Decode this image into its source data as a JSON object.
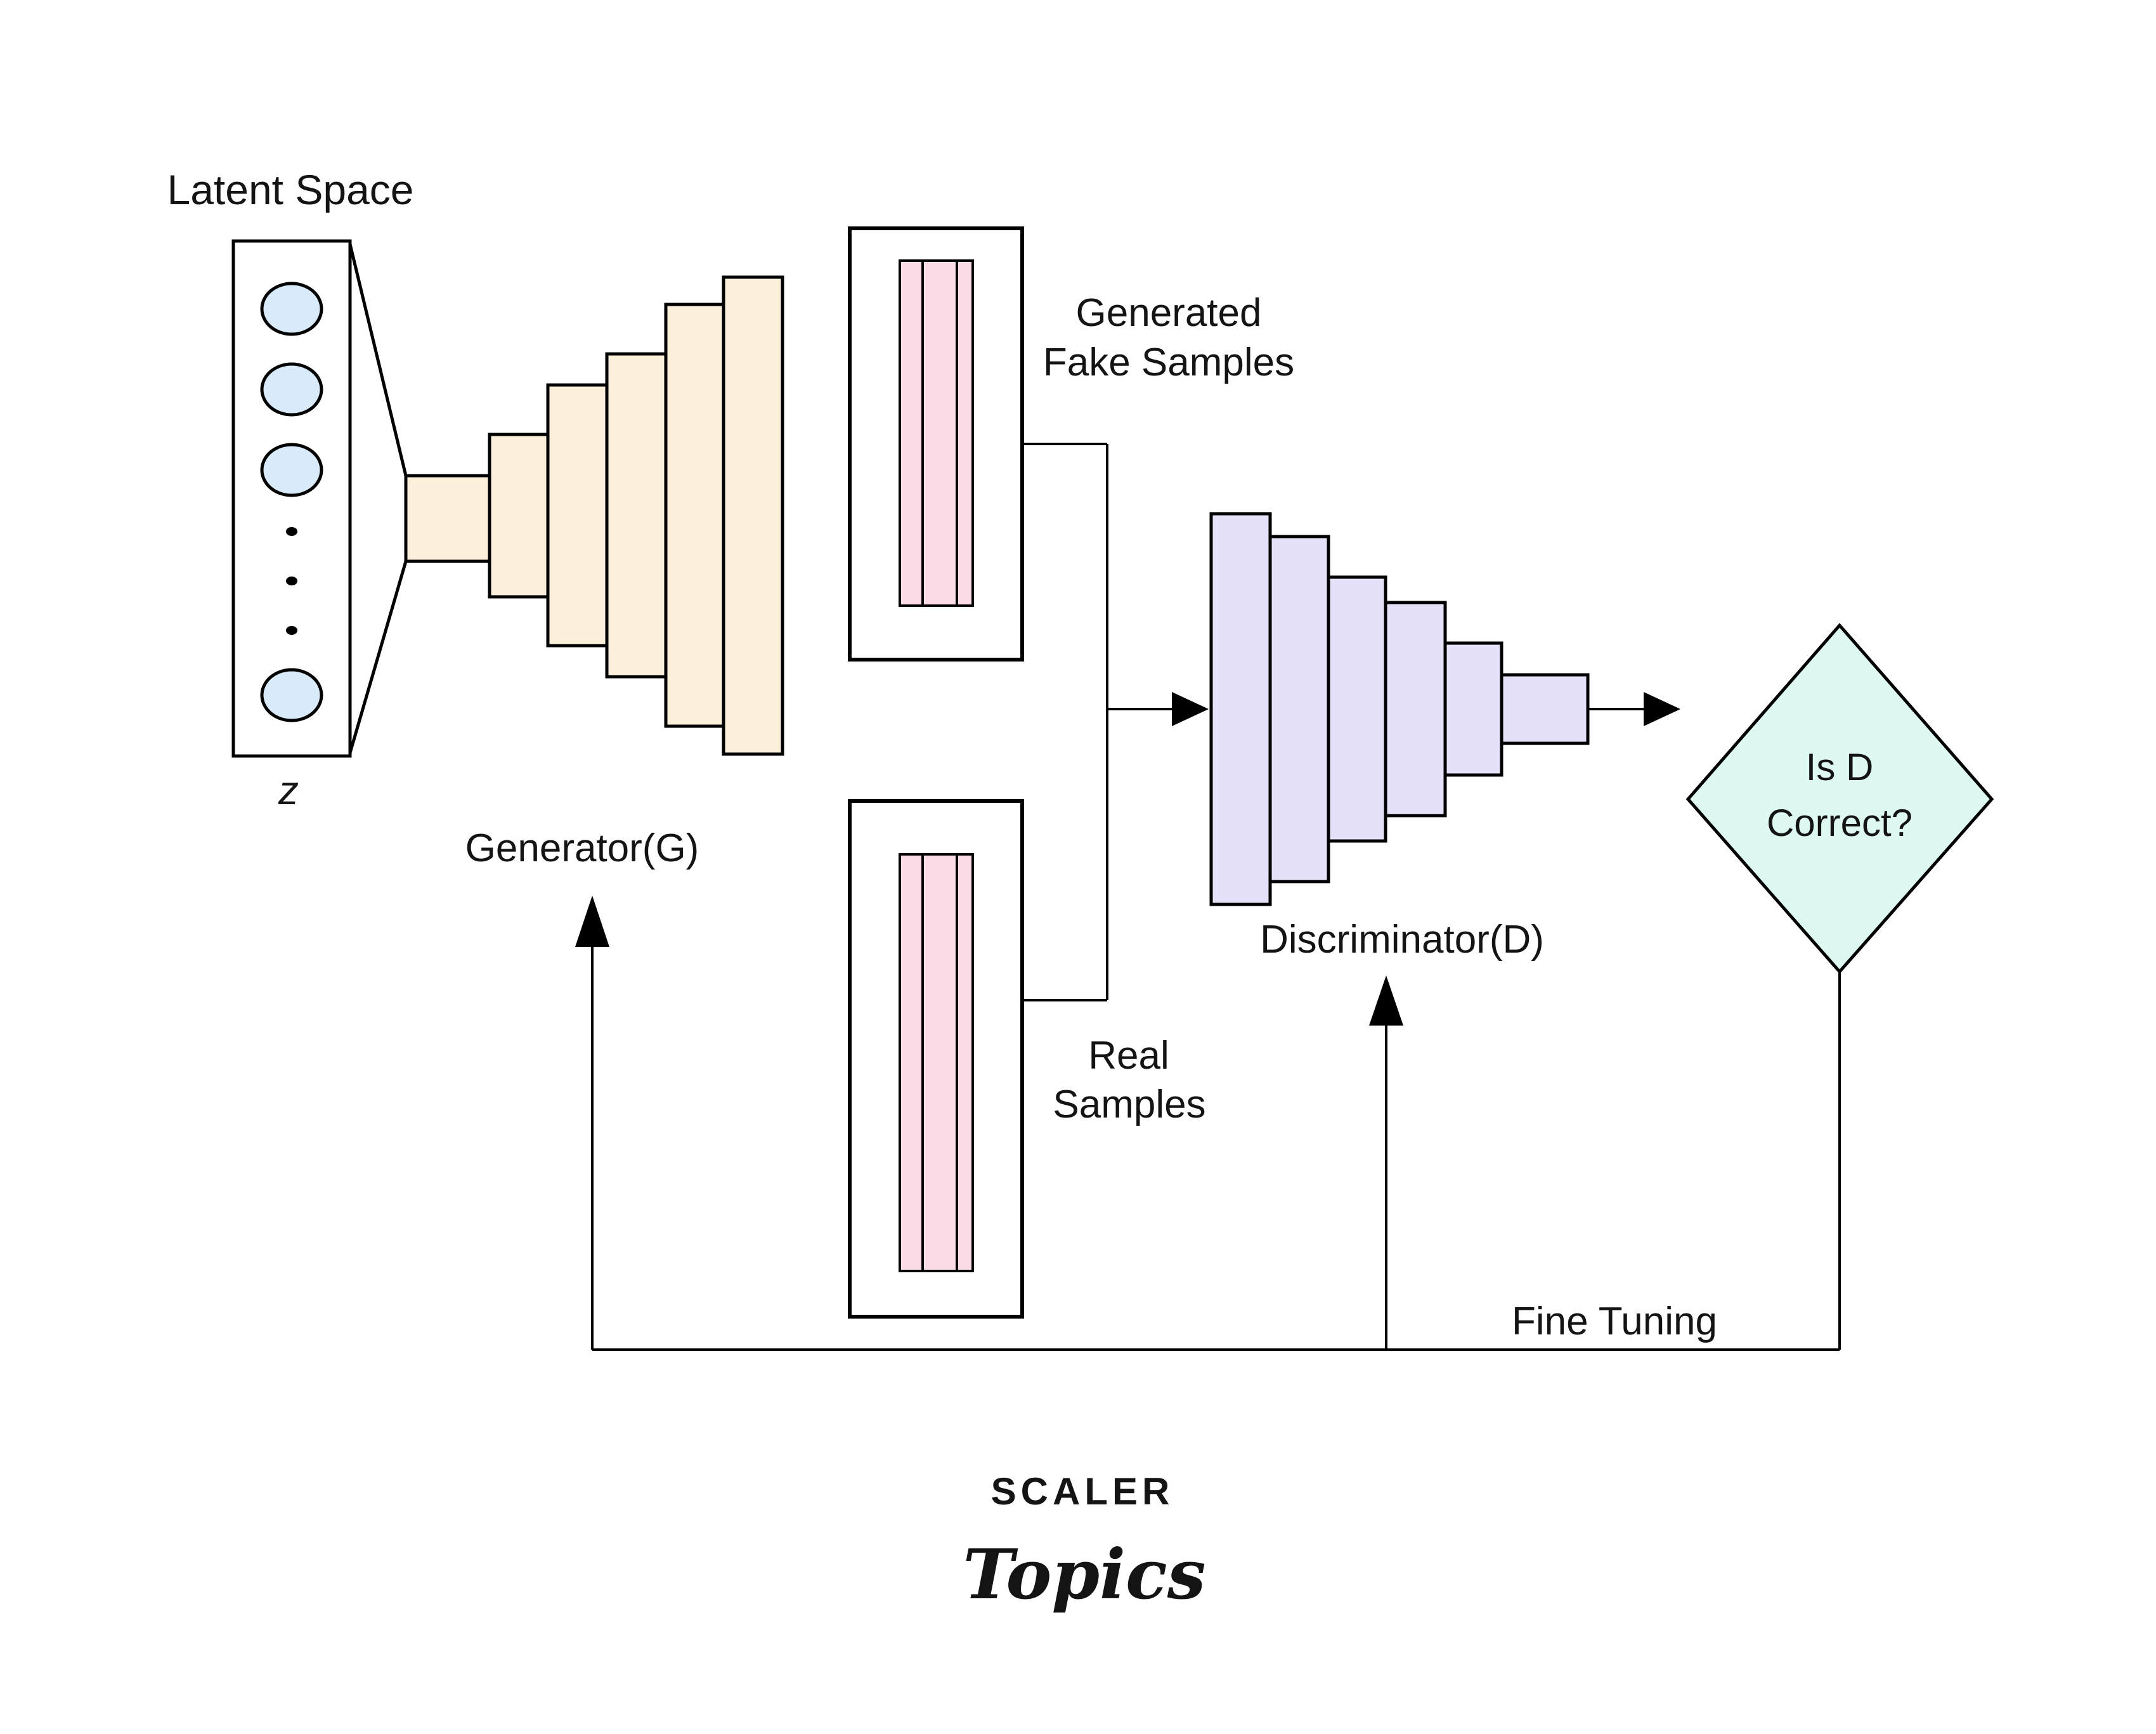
{
  "diagram": {
    "labels": {
      "latent_space": "Latent Space",
      "z": "z",
      "generator": "Generator(G)",
      "generated_fake_line1": "Generated",
      "generated_fake_line2": "Fake Samples",
      "real_line1": "Real",
      "real_line2": "Samples",
      "discriminator": "Discriminator(D)",
      "decision_line1": "Is D",
      "decision_line2": "Correct?",
      "fine_tuning": "Fine Tuning"
    },
    "colors": {
      "white_fill": "#ffffff",
      "generator_fill": "#fcf0db",
      "sample_pink_fill": "#fbdce6",
      "discriminator_fill": "#e4e1f8",
      "decision_fill": "#def8f2",
      "latent_node_fill": "#d9ebfb",
      "line_color": "#000000"
    }
  },
  "logo": {
    "brand": "SCALER",
    "sub": "Topics",
    "brand_color": "#1c2b47",
    "sub_color": "#e21b77"
  }
}
